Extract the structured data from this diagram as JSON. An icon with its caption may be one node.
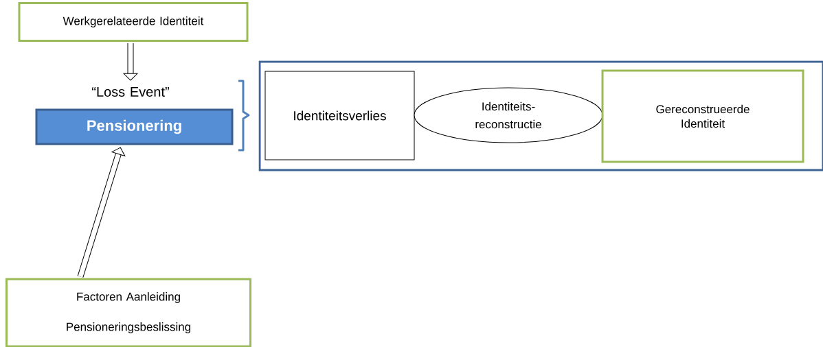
{
  "diagram": {
    "nodes": [
      {
        "text": [
          "Werkgerelateerde Identiteit"
        ]
      },
      {
        "text": [
          "“Loss Event”"
        ]
      },
      {
        "text": [
          "Pensionering"
        ]
      },
      {
        "text": [
          "Factoren Aanleiding Pensioneringsbeslissing"
        ]
      },
      {
        "text": [],
        "shape": "box"
      },
      {
        "text": [
          "Identiteitsverlies"
        ],
        "in": 4
      },
      {
        "text": [
          "Identiteits- reconstructie"
        ],
        "in": 4
      },
      {
        "text": [
          "Gereconstrueerde Identiteit"
        ],
        "in": 4
      }
    ],
    "edges": [
      {
        "from": 0,
        "to": 1,
        "arrow": "to"
      },
      {
        "from": 3,
        "to": 2,
        "arrow": "to"
      }
    ]
  }
}
